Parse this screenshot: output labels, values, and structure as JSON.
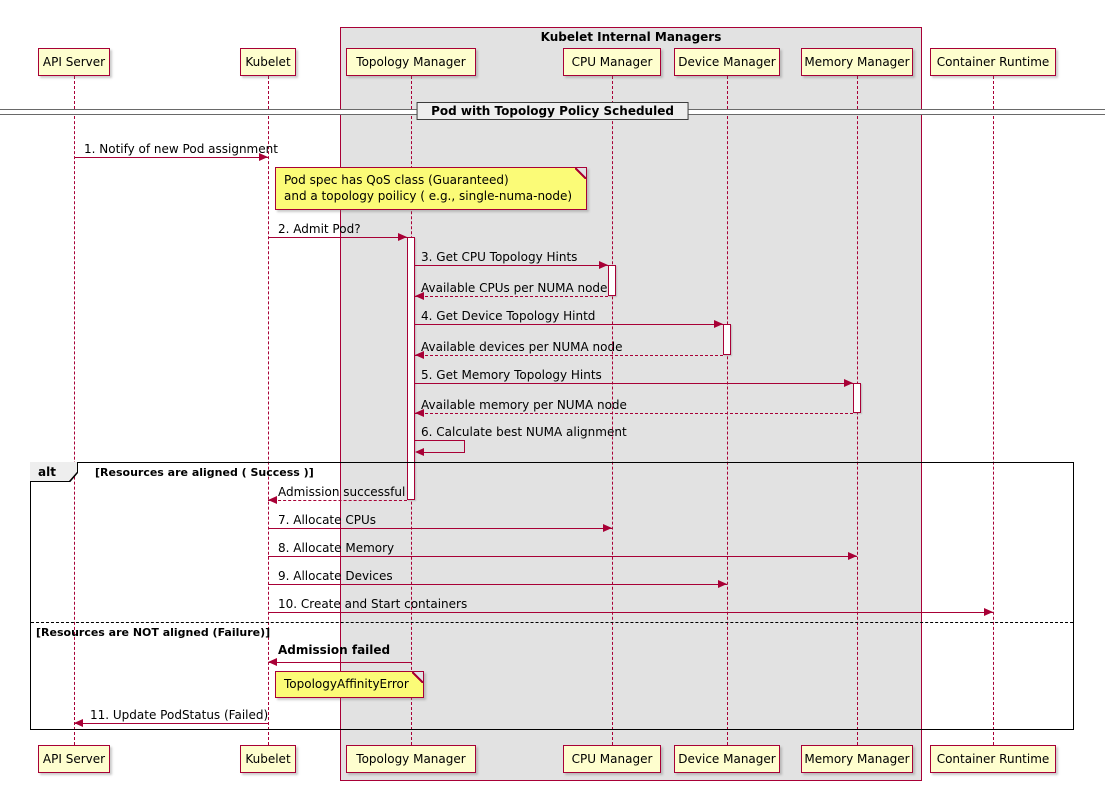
{
  "colors": {
    "accent": "#A80036",
    "participant_bg": "#FEFECE",
    "note_bg": "#FBFB77",
    "box_bg": "#E2E2E2",
    "frame_border": "#000000"
  },
  "box": {
    "title": "Kubelet Internal Managers"
  },
  "divider": {
    "label": "Pod with Topology Policy Scheduled"
  },
  "participants": [
    {
      "label": "API Server"
    },
    {
      "label": "Kubelet"
    },
    {
      "label": "Topology Manager"
    },
    {
      "label": "CPU Manager"
    },
    {
      "label": "Device Manager"
    },
    {
      "label": "Memory Manager"
    },
    {
      "label": "Container Runtime"
    }
  ],
  "notes": {
    "pod_spec_line1": "Pod spec has QoS class (Guaranteed)",
    "pod_spec_line2": "and a topology poilicy ( e.g., single-numa-node)",
    "affinity_error": "TopologyAffinityError"
  },
  "alt": {
    "label": "alt",
    "success_condition": "[Resources are aligned ( Success )]",
    "failure_condition": "[Resources are NOT aligned (Failure)]"
  },
  "messages": {
    "m1": "1. Notify of new Pod assignment",
    "m2": "2. Admit Pod?",
    "m3": "3. Get CPU Topology Hints",
    "r3": "Available CPUs per NUMA node",
    "m4": "4. Get Device Topology Hintd",
    "r4": "Available devices per NUMA node",
    "m5": "5. Get Memory Topology Hints",
    "r5": "Available memory per NUMA node",
    "m6": "6. Calculate best NUMA alignment",
    "admission_success": "Admission successful",
    "m7": "7. Allocate CPUs",
    "m8": "8. Allocate Memory",
    "m9": "9. Allocate Devices",
    "m10": "10. Create and Start containers",
    "admission_failed": "Admission failed",
    "m11": "11. Update PodStatus (Failed)"
  }
}
